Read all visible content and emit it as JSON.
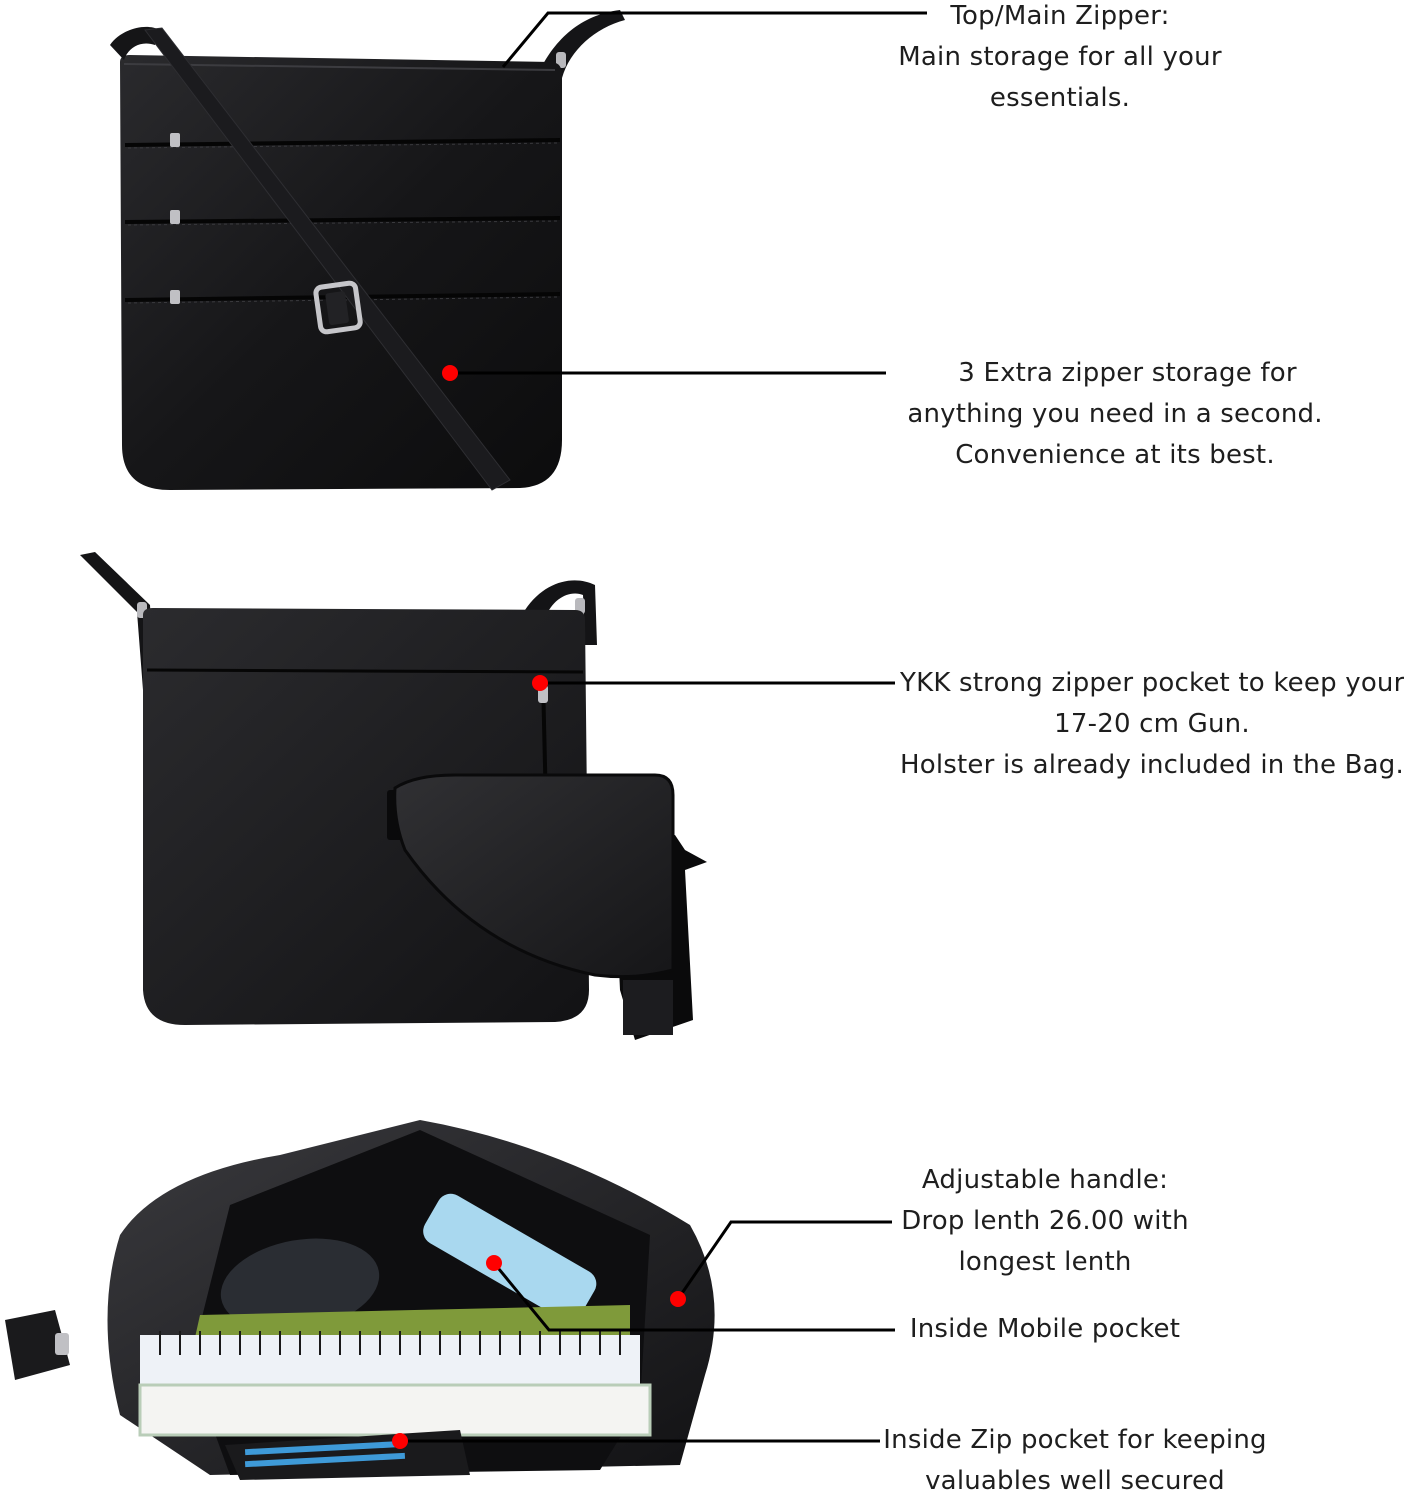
{
  "colors": {
    "background": "#ffffff",
    "leather": "#141416",
    "callout_line": "#000000",
    "callout_dot": "#ff0000",
    "text": "#1e1e1e"
  },
  "images": [
    {
      "name": "bag-front-view",
      "description": "Black leather crossbody bag, front with 3 horizontal zipper pockets and adjustable strap buckle"
    },
    {
      "name": "bag-back-view-with-holster",
      "description": "Back of bag with vertical YKK zipper pocket and leather gun holster"
    },
    {
      "name": "bag-open-interior-view",
      "description": "Open bag showing interior pockets, phone, glasses case, notebooks and card wallet"
    }
  ],
  "callouts": [
    {
      "id": "top-main-zipper",
      "lines": [
        "Top/Main Zipper:",
        "Main storage for all your",
        "essentials."
      ]
    },
    {
      "id": "extra-zipper-storage",
      "lines": [
        "3 Extra zipper storage for",
        "anything you need in a second.",
        "Convenience at its best."
      ]
    },
    {
      "id": "ykk-gun-pocket",
      "lines": [
        "YKK strong zipper pocket to keep your",
        "17-20 cm Gun.",
        "Holster is already included in the Bag."
      ]
    },
    {
      "id": "adjustable-handle",
      "lines": [
        "Adjustable handle:",
        "Drop lenth 26.00 with",
        "longest lenth"
      ]
    },
    {
      "id": "inside-mobile-pocket",
      "lines": [
        "Inside Mobile pocket"
      ]
    },
    {
      "id": "inside-zip-pocket",
      "lines": [
        "Inside Zip pocket for keeping",
        "valuables well secured"
      ]
    }
  ]
}
